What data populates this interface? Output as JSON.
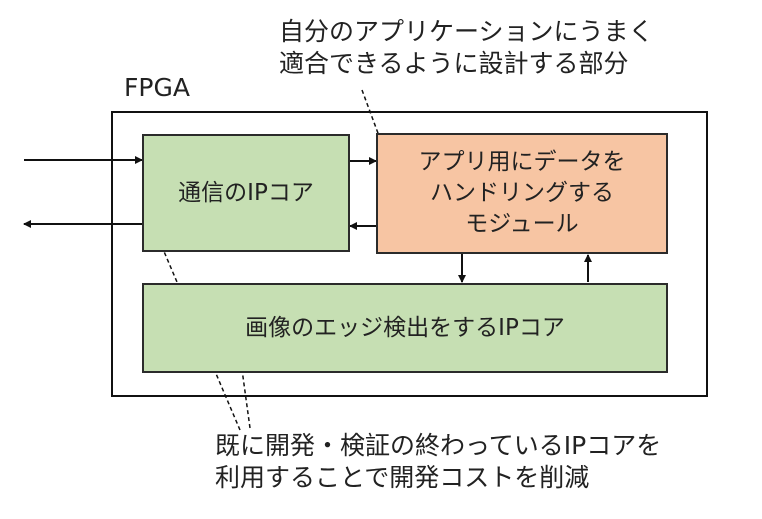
{
  "top_note": [
    "自分のアプリケーションにうまく",
    "適合できるように設計する部分"
  ],
  "fpga_label": "FPGA",
  "blocks": {
    "comm_ip": "通信のIPコア",
    "app_module": [
      "アプリ用にデータを",
      "ハンドリングする",
      "モジュール"
    ],
    "edge_ip": "画像のエッジ検出をするIPコア"
  },
  "bottom_note": [
    "既に開発・検証の終わっているIPコアを",
    "利用することで開発コストを削減"
  ]
}
